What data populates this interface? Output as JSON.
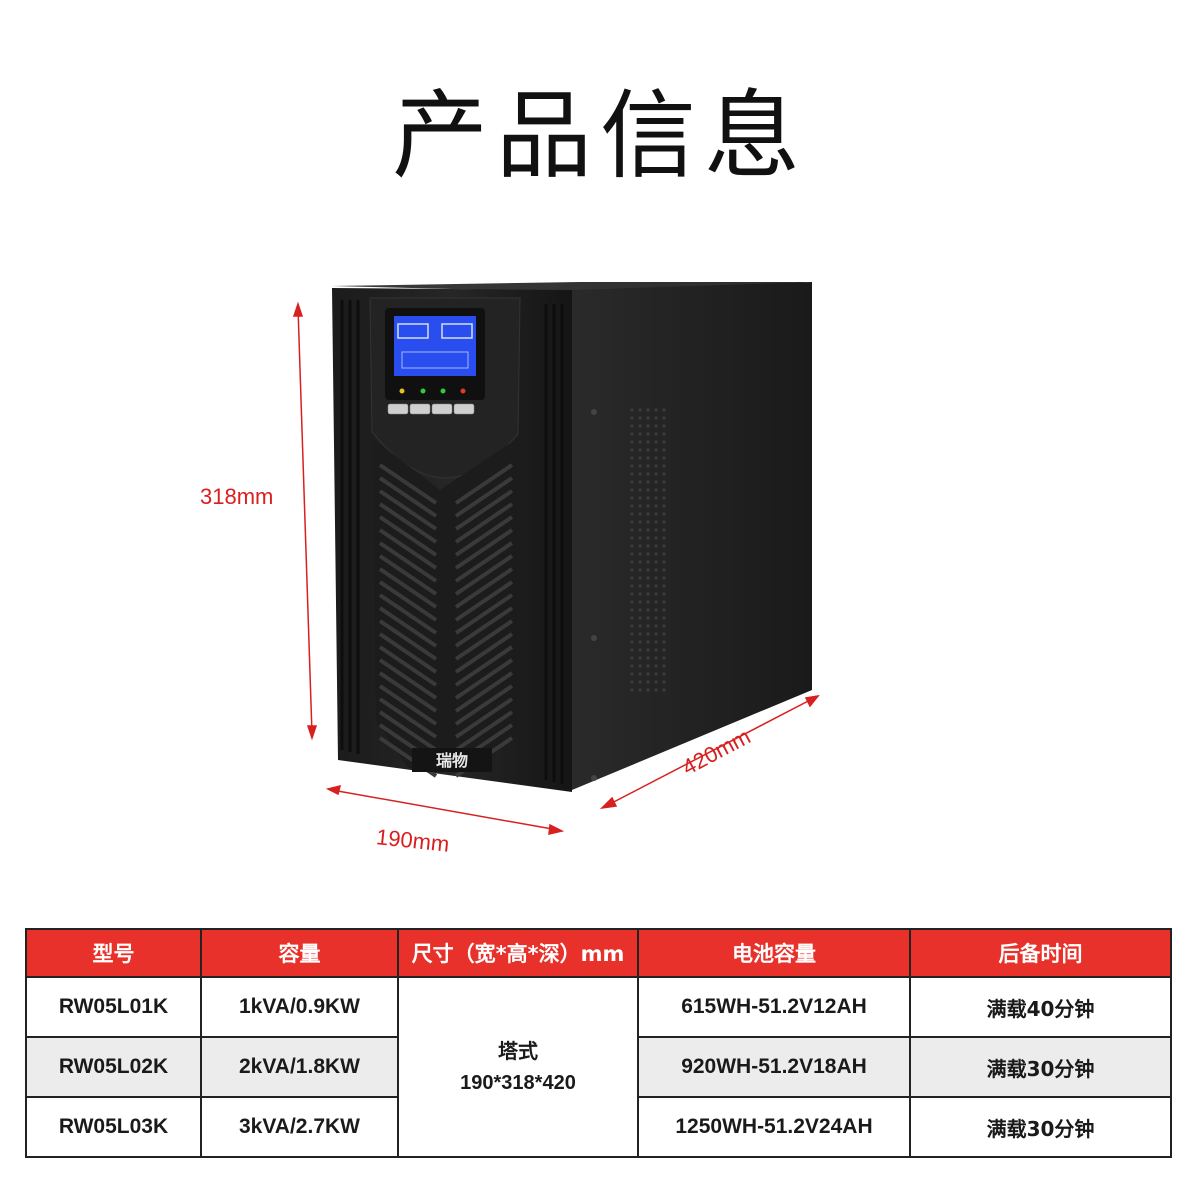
{
  "page": {
    "title": "产品信息"
  },
  "product": {
    "brand": "瑞物",
    "dimensions": {
      "height": "318mm",
      "width": "190mm",
      "depth": "420mm"
    }
  },
  "colors": {
    "accent": "#e8312b",
    "dimension_red": "#d8201f",
    "lcd_blue": "#2a4df0"
  },
  "table": {
    "headers": [
      "型号",
      "容量",
      "尺寸（宽*高*深）mm",
      "电池容量",
      "后备时间"
    ],
    "merged_size": {
      "type": "塔式",
      "size": "190*318*420"
    },
    "rows": [
      {
        "model": "RW05L01K",
        "capacity": "1kVA/0.9KW",
        "battery": "615WH-51.2V12AH",
        "backup": "满载40分钟"
      },
      {
        "model": "RW05L02K",
        "capacity": "2kVA/1.8KW",
        "battery": "920WH-51.2V18AH",
        "backup": "满载30分钟"
      },
      {
        "model": "RW05L03K",
        "capacity": "3kVA/2.7KW",
        "battery": "1250WH-51.2V24AH",
        "backup": "满载30分钟"
      }
    ]
  }
}
